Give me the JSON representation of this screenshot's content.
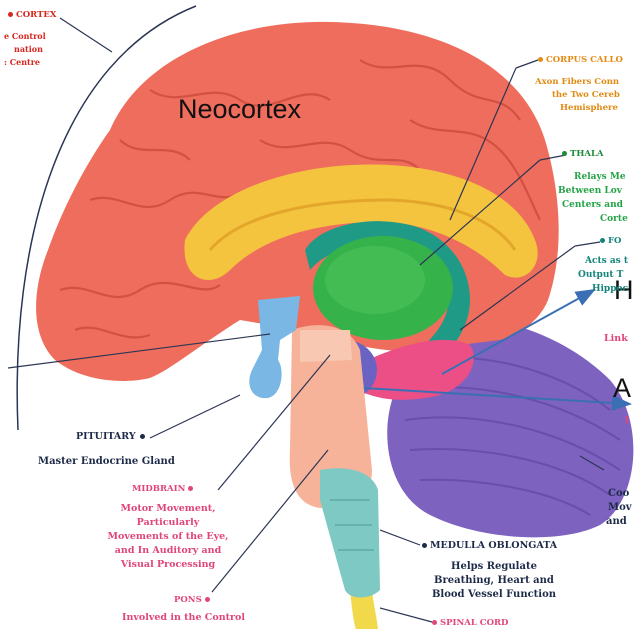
{
  "annotations": {
    "neocortex": "Neocortex",
    "hippocampus_letter": "H",
    "amygdala_letter": "A"
  },
  "labels": {
    "cortex": {
      "title": "CORTEX",
      "desc": [
        "e Control",
        "nation",
        ": Centre"
      ]
    },
    "corpus_callosum": {
      "title": "CORPUS CALLO",
      "desc": [
        "Axon Fibers Conn",
        "the Two Cereb",
        "Hemisphere"
      ]
    },
    "thalamus": {
      "title": "THALA",
      "desc": [
        "Relays Me",
        "Between Lov",
        "Centers and",
        "Corte"
      ]
    },
    "fornix": {
      "title": "FO",
      "desc": [
        "Acts as t",
        "Output T",
        "Hippoc"
      ]
    },
    "hypothalamus_desc": "Link",
    "amygdala_desc": "I",
    "cerebellum": {
      "desc": [
        "Coo",
        "Mov",
        "and"
      ]
    },
    "pituitary": {
      "title": "PITUITARY",
      "desc": "Master Endocrine Gland"
    },
    "midbrain": {
      "title": "MIDBRAIN",
      "desc": [
        "Motor Movement,",
        "Particularly",
        "Movements of the Eye,",
        "and In Auditory and",
        "Visual Processing"
      ]
    },
    "medulla": {
      "title": "MEDULLA OBLONGATA",
      "desc": [
        "Helps Regulate",
        "Breathing, Heart and",
        "Blood Vessel Function"
      ]
    },
    "pons": {
      "title": "PONS",
      "desc": "Involved in the Control"
    },
    "spinal_cord": {
      "title": "SPINAL CORD"
    }
  },
  "colors": {
    "cortex": "#ee6d5d",
    "corpus_callosum": "#f4c43e",
    "thalamus": "#36b24a",
    "fornix": "#1f9a86",
    "hypothalamus": "#ec4f86",
    "amygdala": "#6a63c4",
    "cerebellum": "#7d62bf",
    "pons": "#f6b39a",
    "medulla": "#7ec9c4",
    "spinal_cord": "#f2d84b",
    "pituitary": "#7ab7e4",
    "arrow": "#3b6fb4"
  }
}
